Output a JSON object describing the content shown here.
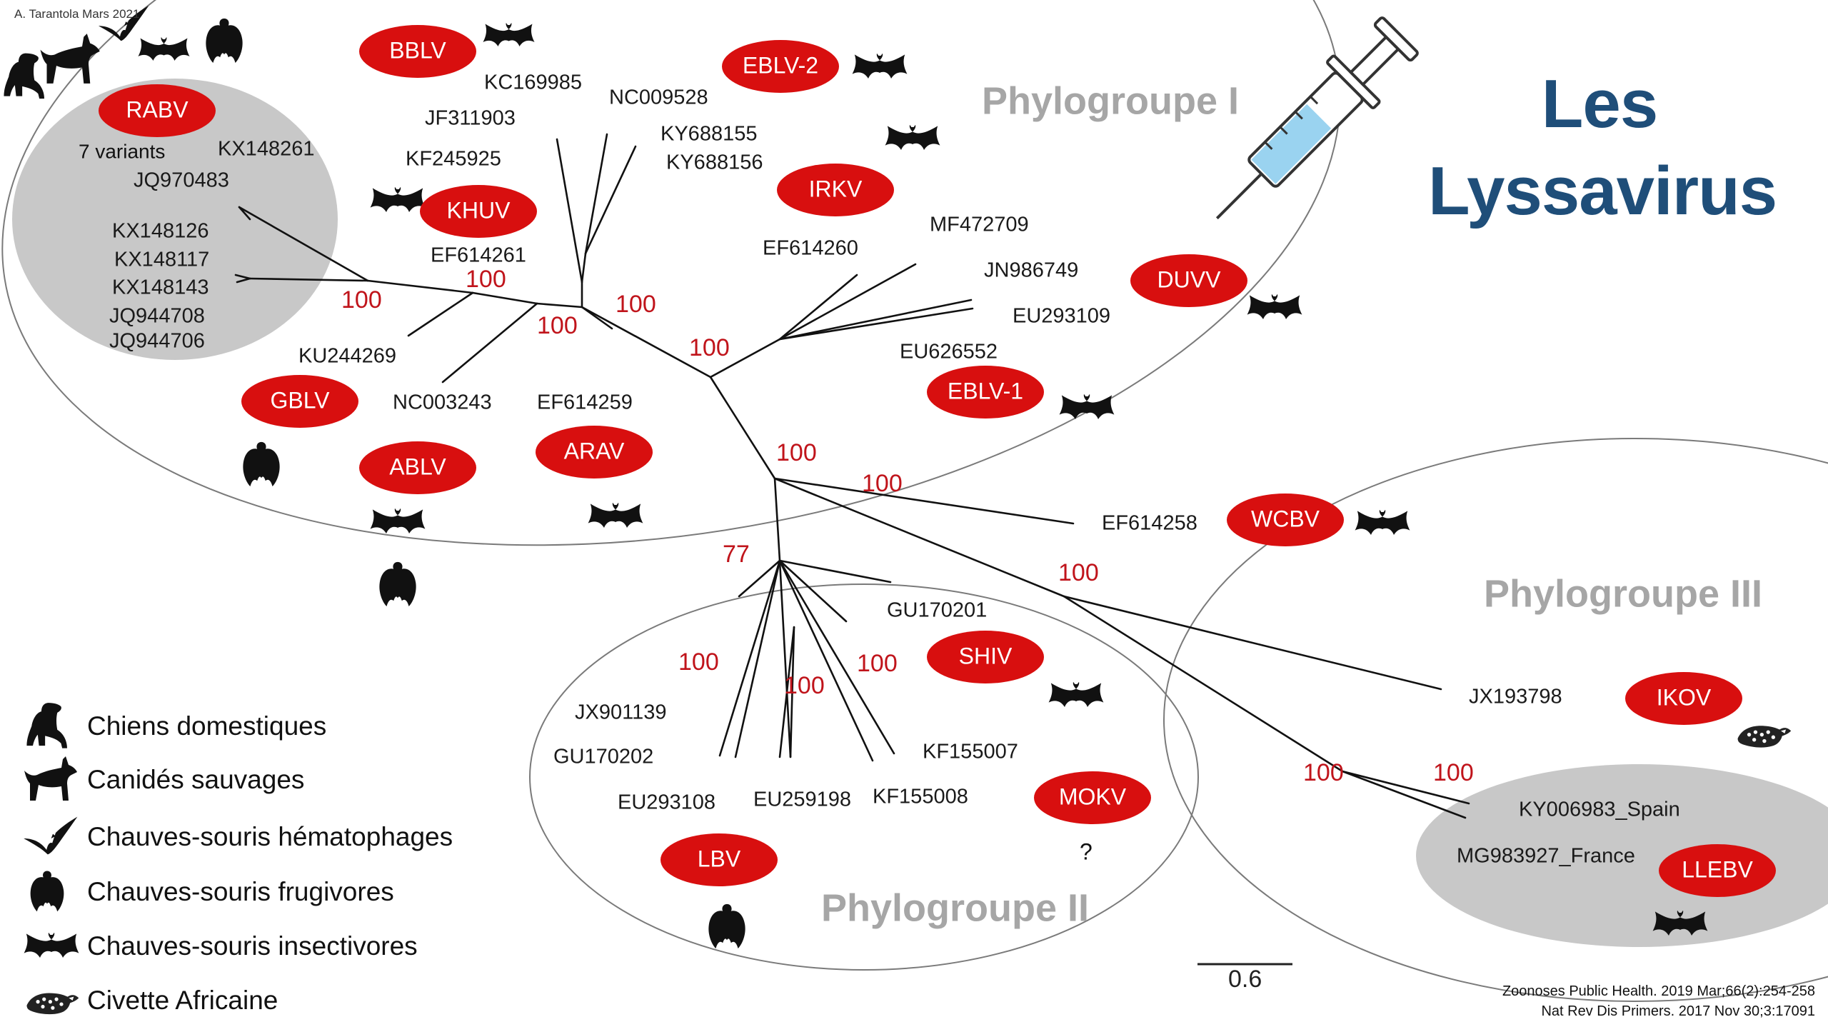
{
  "credit": "A. Tarantola Mars 2021",
  "title_line1": "Les",
  "title_line2": "Lyssavirus",
  "phylogroups": [
    "Phylogroupe I",
    "Phylogroupe II",
    "Phylogroupe III"
  ],
  "viruses": [
    "RABV",
    "BBLV",
    "EBLV-2",
    "KHUV",
    "IRKV",
    "DUVV",
    "GBLV",
    "ABLV",
    "ARAV",
    "EBLV-1",
    "WCBV",
    "SHIV",
    "MOKV",
    "LBV",
    "IKOV",
    "LLEBV"
  ],
  "rabv_note": "7 variants",
  "accessions": [
    "KX148261",
    "JQ970483",
    "KX148126",
    "KX148117",
    "KX148143",
    "JQ944708",
    "JQ944706",
    "KC169985",
    "NC009528",
    "JF311903",
    "KY688155",
    "KY688156",
    "KF245925",
    "EF614261",
    "KU244269",
    "NC003243",
    "EF614259",
    "EF614260",
    "MF472709",
    "JN986749",
    "EU293109",
    "EU626552",
    "EF614258",
    "GU170201",
    "JX901139",
    "GU170202",
    "EU293108",
    "EU259198",
    "KF155008",
    "KF155007",
    "JX193798",
    "KY006983_Spain",
    "MG983927_France"
  ],
  "bootstraps": [
    "100",
    "100",
    "100",
    "100",
    "100",
    "100",
    "100",
    "77",
    "100",
    "100",
    "100",
    "100",
    "100",
    "100"
  ],
  "unknown_host": "?",
  "scale_label": "0.6",
  "legend": [
    {
      "label": "Chiens domestiques",
      "icon": "dog-icon"
    },
    {
      "label": "Canidés sauvages",
      "icon": "fox-icon"
    },
    {
      "label": "Chauves-souris hématophages",
      "icon": "vampire-bat-icon"
    },
    {
      "label": "Chauves-souris frugivores",
      "icon": "fruit-bat-icon"
    },
    {
      "label": "Chauves-souris insectivores",
      "icon": "insectivorous-bat-icon"
    },
    {
      "label": "Civette Africaine",
      "icon": "civet-icon"
    }
  ],
  "references": [
    "Zoonoses Public Health. 2019 Mar;66(2):254-258",
    "Nat Rev Dis Primers. 2017 Nov 30;3:17091"
  ],
  "colors": {
    "virus_badge": "#d80f0f",
    "bootstrap": "#c0141b",
    "phylogroup_label": "#a6a6a6",
    "title": "#1f4e79",
    "highlight": "#c8c8c8"
  }
}
